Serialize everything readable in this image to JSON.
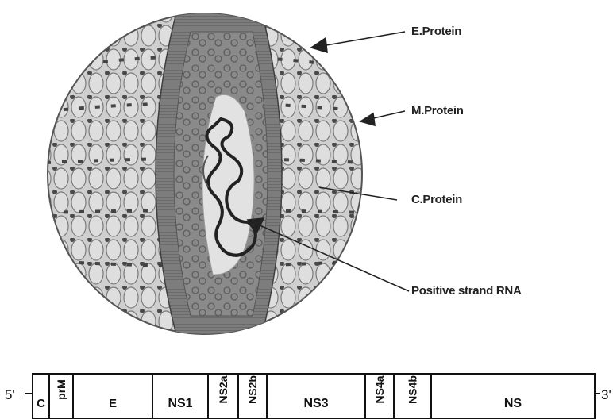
{
  "labels": {
    "e_protein": "E.Protein",
    "m_protein": "M.Protein",
    "c_protein": "C.Protein",
    "rna": "Positive strand RNA"
  },
  "genome": {
    "five_prime": "5'",
    "three_prime": "3'",
    "segments": [
      "C",
      "prM",
      "E",
      "NS1",
      "NS2a",
      "NS2b",
      "NS3",
      "NS4a",
      "NS4b",
      "NS"
    ]
  }
}
